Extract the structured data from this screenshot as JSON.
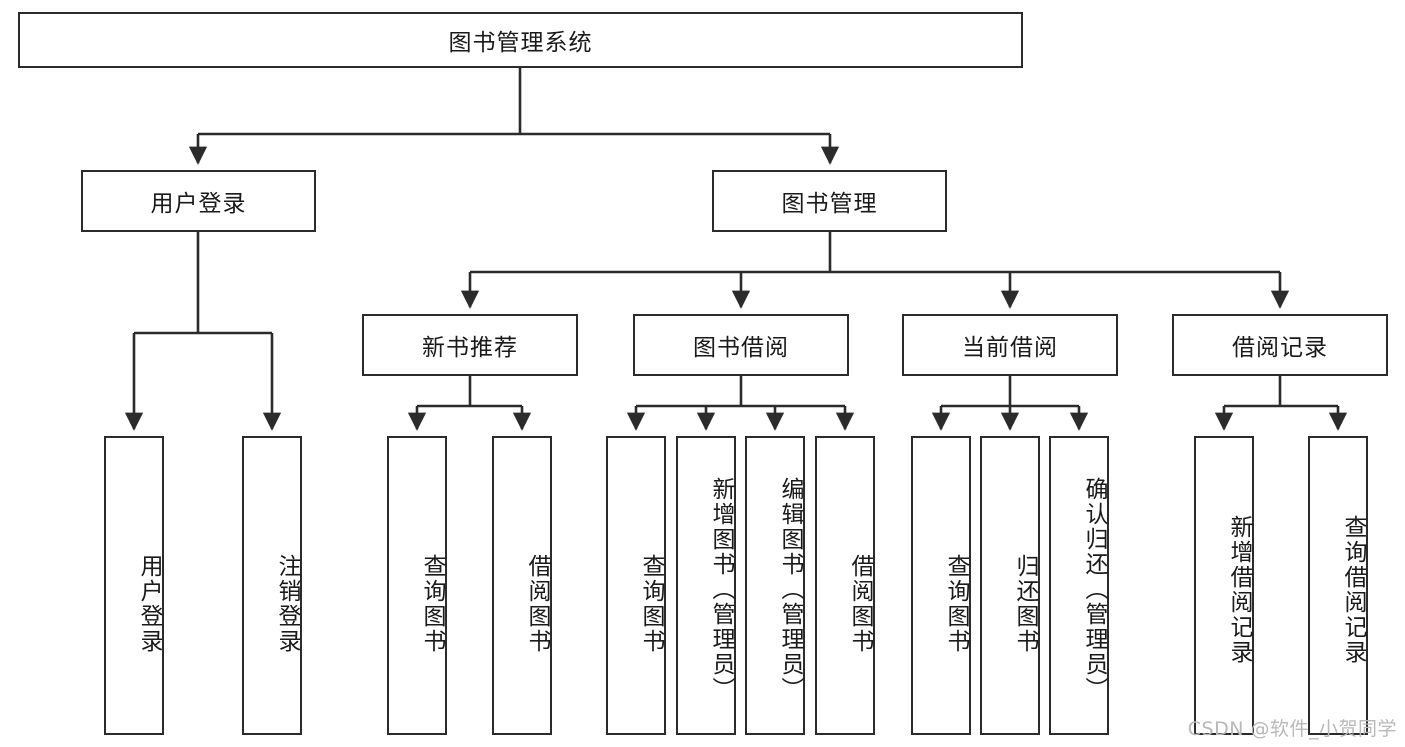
{
  "diagram": {
    "type": "tree-hierarchy",
    "title": "图书管理系统",
    "colors": {
      "box_border": "#2b2b2b",
      "box_fill": "#ffffff",
      "connector": "#2b2b2b",
      "text": "#1a1a1a",
      "watermark": "#b9b9b9",
      "background": "#ffffff"
    },
    "root": {
      "label": "图书管理系统"
    },
    "level2": [
      {
        "id": "user-login",
        "label": "用户登录"
      },
      {
        "id": "book-management",
        "label": "图书管理"
      }
    ],
    "level3": [
      {
        "id": "new-book-recommend",
        "label": "新书推荐"
      },
      {
        "id": "book-borrow",
        "label": "图书借阅"
      },
      {
        "id": "current-borrow",
        "label": "当前借阅"
      },
      {
        "id": "borrow-record",
        "label": "借阅记录"
      }
    ],
    "leaves": {
      "user_login": [
        {
          "id": "leaf-user-login",
          "label": "用户登录"
        },
        {
          "id": "leaf-logout-login",
          "label": "注销登录"
        }
      ],
      "new_book_recommend": [
        {
          "id": "leaf-query-book-1",
          "label": "查询图书"
        },
        {
          "id": "leaf-borrow-book-1",
          "label": "借阅图书"
        }
      ],
      "book_borrow": [
        {
          "id": "leaf-query-book-2",
          "label": "查询图书"
        },
        {
          "id": "leaf-add-book-admin",
          "label": "新增图书（管理员）"
        },
        {
          "id": "leaf-edit-book-admin",
          "label": "编辑图书（管理员）"
        },
        {
          "id": "leaf-borrow-book-2",
          "label": "借阅图书"
        }
      ],
      "current_borrow": [
        {
          "id": "leaf-query-book-3",
          "label": "查询图书"
        },
        {
          "id": "leaf-return-book",
          "label": "归还图书"
        },
        {
          "id": "leaf-confirm-return-admin",
          "label": "确认归还（管理员）"
        }
      ],
      "borrow_record": [
        {
          "id": "leaf-add-borrow-record",
          "label": "新增借阅记录"
        },
        {
          "id": "leaf-query-borrow-record",
          "label": "查询借阅记录"
        }
      ]
    }
  },
  "watermark": {
    "text": "CSDN @软件_小贺同学"
  }
}
